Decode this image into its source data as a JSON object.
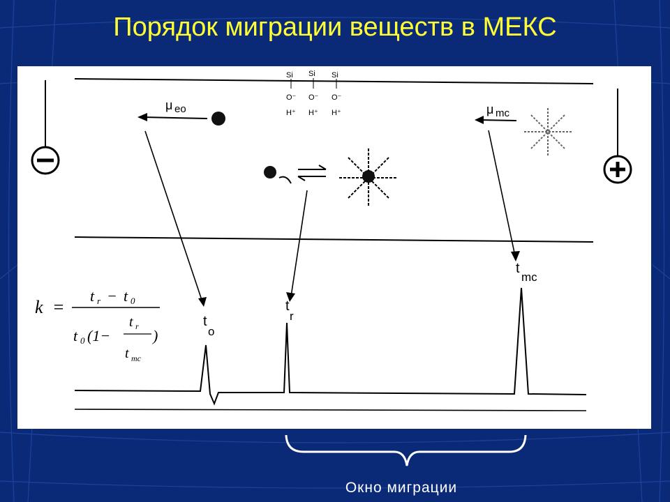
{
  "title": "Порядок миграции веществ в МЕКС",
  "caption": "Окно миграции",
  "electrodes": {
    "negative": "−",
    "positive": "+"
  },
  "wall_groups": [
    {
      "si": "Si",
      "o": "O⁻",
      "h": "H⁺"
    },
    {
      "si": "Si",
      "o": "O⁻",
      "h": "H⁺"
    },
    {
      "si": "Si",
      "o": "O⁻",
      "h": "H⁺"
    }
  ],
  "mobility_labels": {
    "eo": {
      "mu": "μ",
      "sub": "eo"
    },
    "mc": {
      "mu": "μ",
      "sub": "mc"
    }
  },
  "peaks": {
    "t0": {
      "t": "t",
      "sub": "o"
    },
    "tr": {
      "t": "t",
      "sub": "r"
    },
    "tmc": {
      "t": "t",
      "sub": "mc"
    }
  },
  "formula": {
    "k": "k",
    "eq": "=",
    "num_tr": "t",
    "num_tr_sub": "r",
    "minus": "−",
    "num_t0": "t",
    "num_t0_sub": "0",
    "den_t0": "t",
    "den_t0_sub": "0",
    "den_open": "(1−",
    "den_close": ")",
    "frac_tr": "t",
    "frac_tr_sub": "r",
    "frac_tmc": "t",
    "frac_tmc_sub": "mc"
  },
  "colors": {
    "background": "#0a2a78",
    "title": "#ffff33",
    "panel": "#ffffff",
    "ink": "#000000"
  }
}
